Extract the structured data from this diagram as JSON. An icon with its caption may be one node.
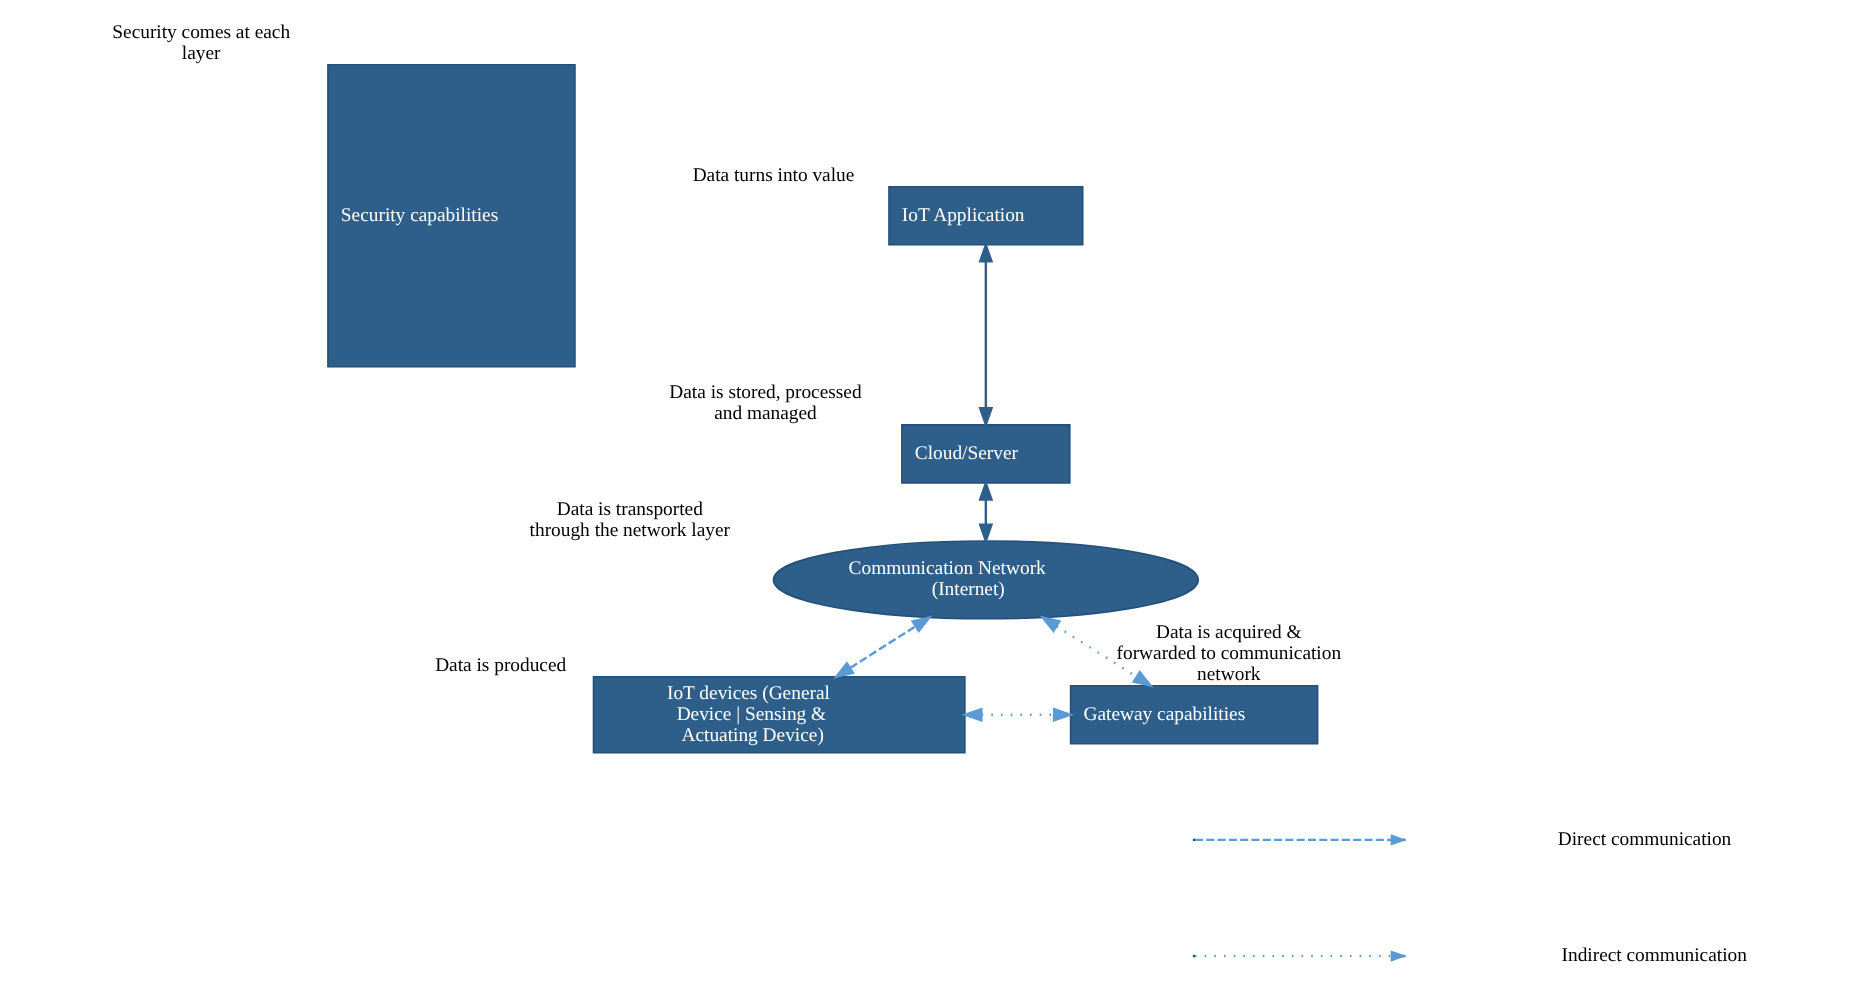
{
  "diagram": {
    "nodes": [
      {
        "text": [
          "IoT Application"
        ],
        "beside": [
          "Data turns into value"
        ]
      },
      {
        "text": [
          "Cloud/Server"
        ],
        "beside": [
          "Data is stored, processed and managed"
        ]
      },
      {
        "text": [
          "Communication Network (Internet)"
        ],
        "beside": [
          "Data is transported through the network layer"
        ]
      },
      {
        "text": [
          "IoT devices (General Device | Sensing & Actuating Device)"
        ],
        "beside": [
          "Data is produced"
        ]
      },
      {
        "text": [
          "Gateway capabilities"
        ],
        "beside": [
          "Data is acquired & forwarded to communication network"
        ]
      },
      {
        "text": [
          "Security capabilities"
        ],
        "beside": [
          "Security comes at each layer"
        ]
      }
    ],
    "edges": [
      {
        "from": 0,
        "to": 1,
        "arrow": "both"
      },
      {
        "from": 1,
        "to": 2,
        "arrow": "both"
      },
      {
        "from": 3,
        "to": 2,
        "arrow": "both",
        "style": "dashed",
        "color": "#5b9bd5"
      },
      {
        "from": 2,
        "to": 4,
        "arrow": "both",
        "style": "dashed",
        "color": "#5b9bd5"
      },
      {
        "from": 3,
        "to": 4,
        "arrow": "both",
        "style": "dashed",
        "color": "#5b9bd5"
      }
    ],
    "legend": [
      {
        "text": "Direct communication"
      },
      {
        "text": "Indirect communication"
      }
    ]
  }
}
